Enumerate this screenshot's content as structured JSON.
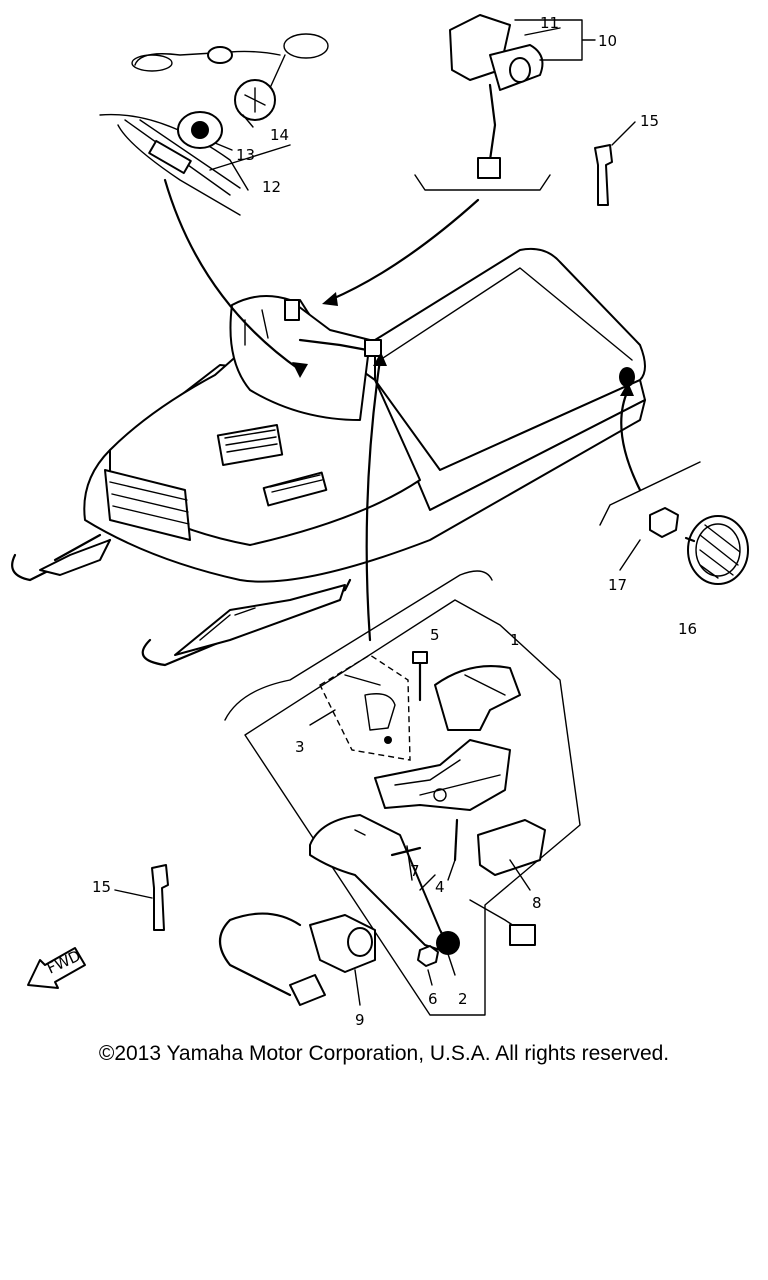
{
  "callouts": {
    "c1": "1",
    "c2": "2",
    "c3": "3",
    "c4": "4",
    "c5": "5",
    "c6": "6",
    "c7": "7",
    "c8": "8",
    "c9": "9",
    "c10": "10",
    "c11": "11",
    "c12": "12",
    "c13": "13",
    "c14": "14",
    "c15a": "15",
    "c15b": "15",
    "c16": "16",
    "c17": "17"
  },
  "fwd_label": "FWD",
  "copyright": "©2013 Yamaha Motor Corporation, U.S.A. All rights reserved."
}
